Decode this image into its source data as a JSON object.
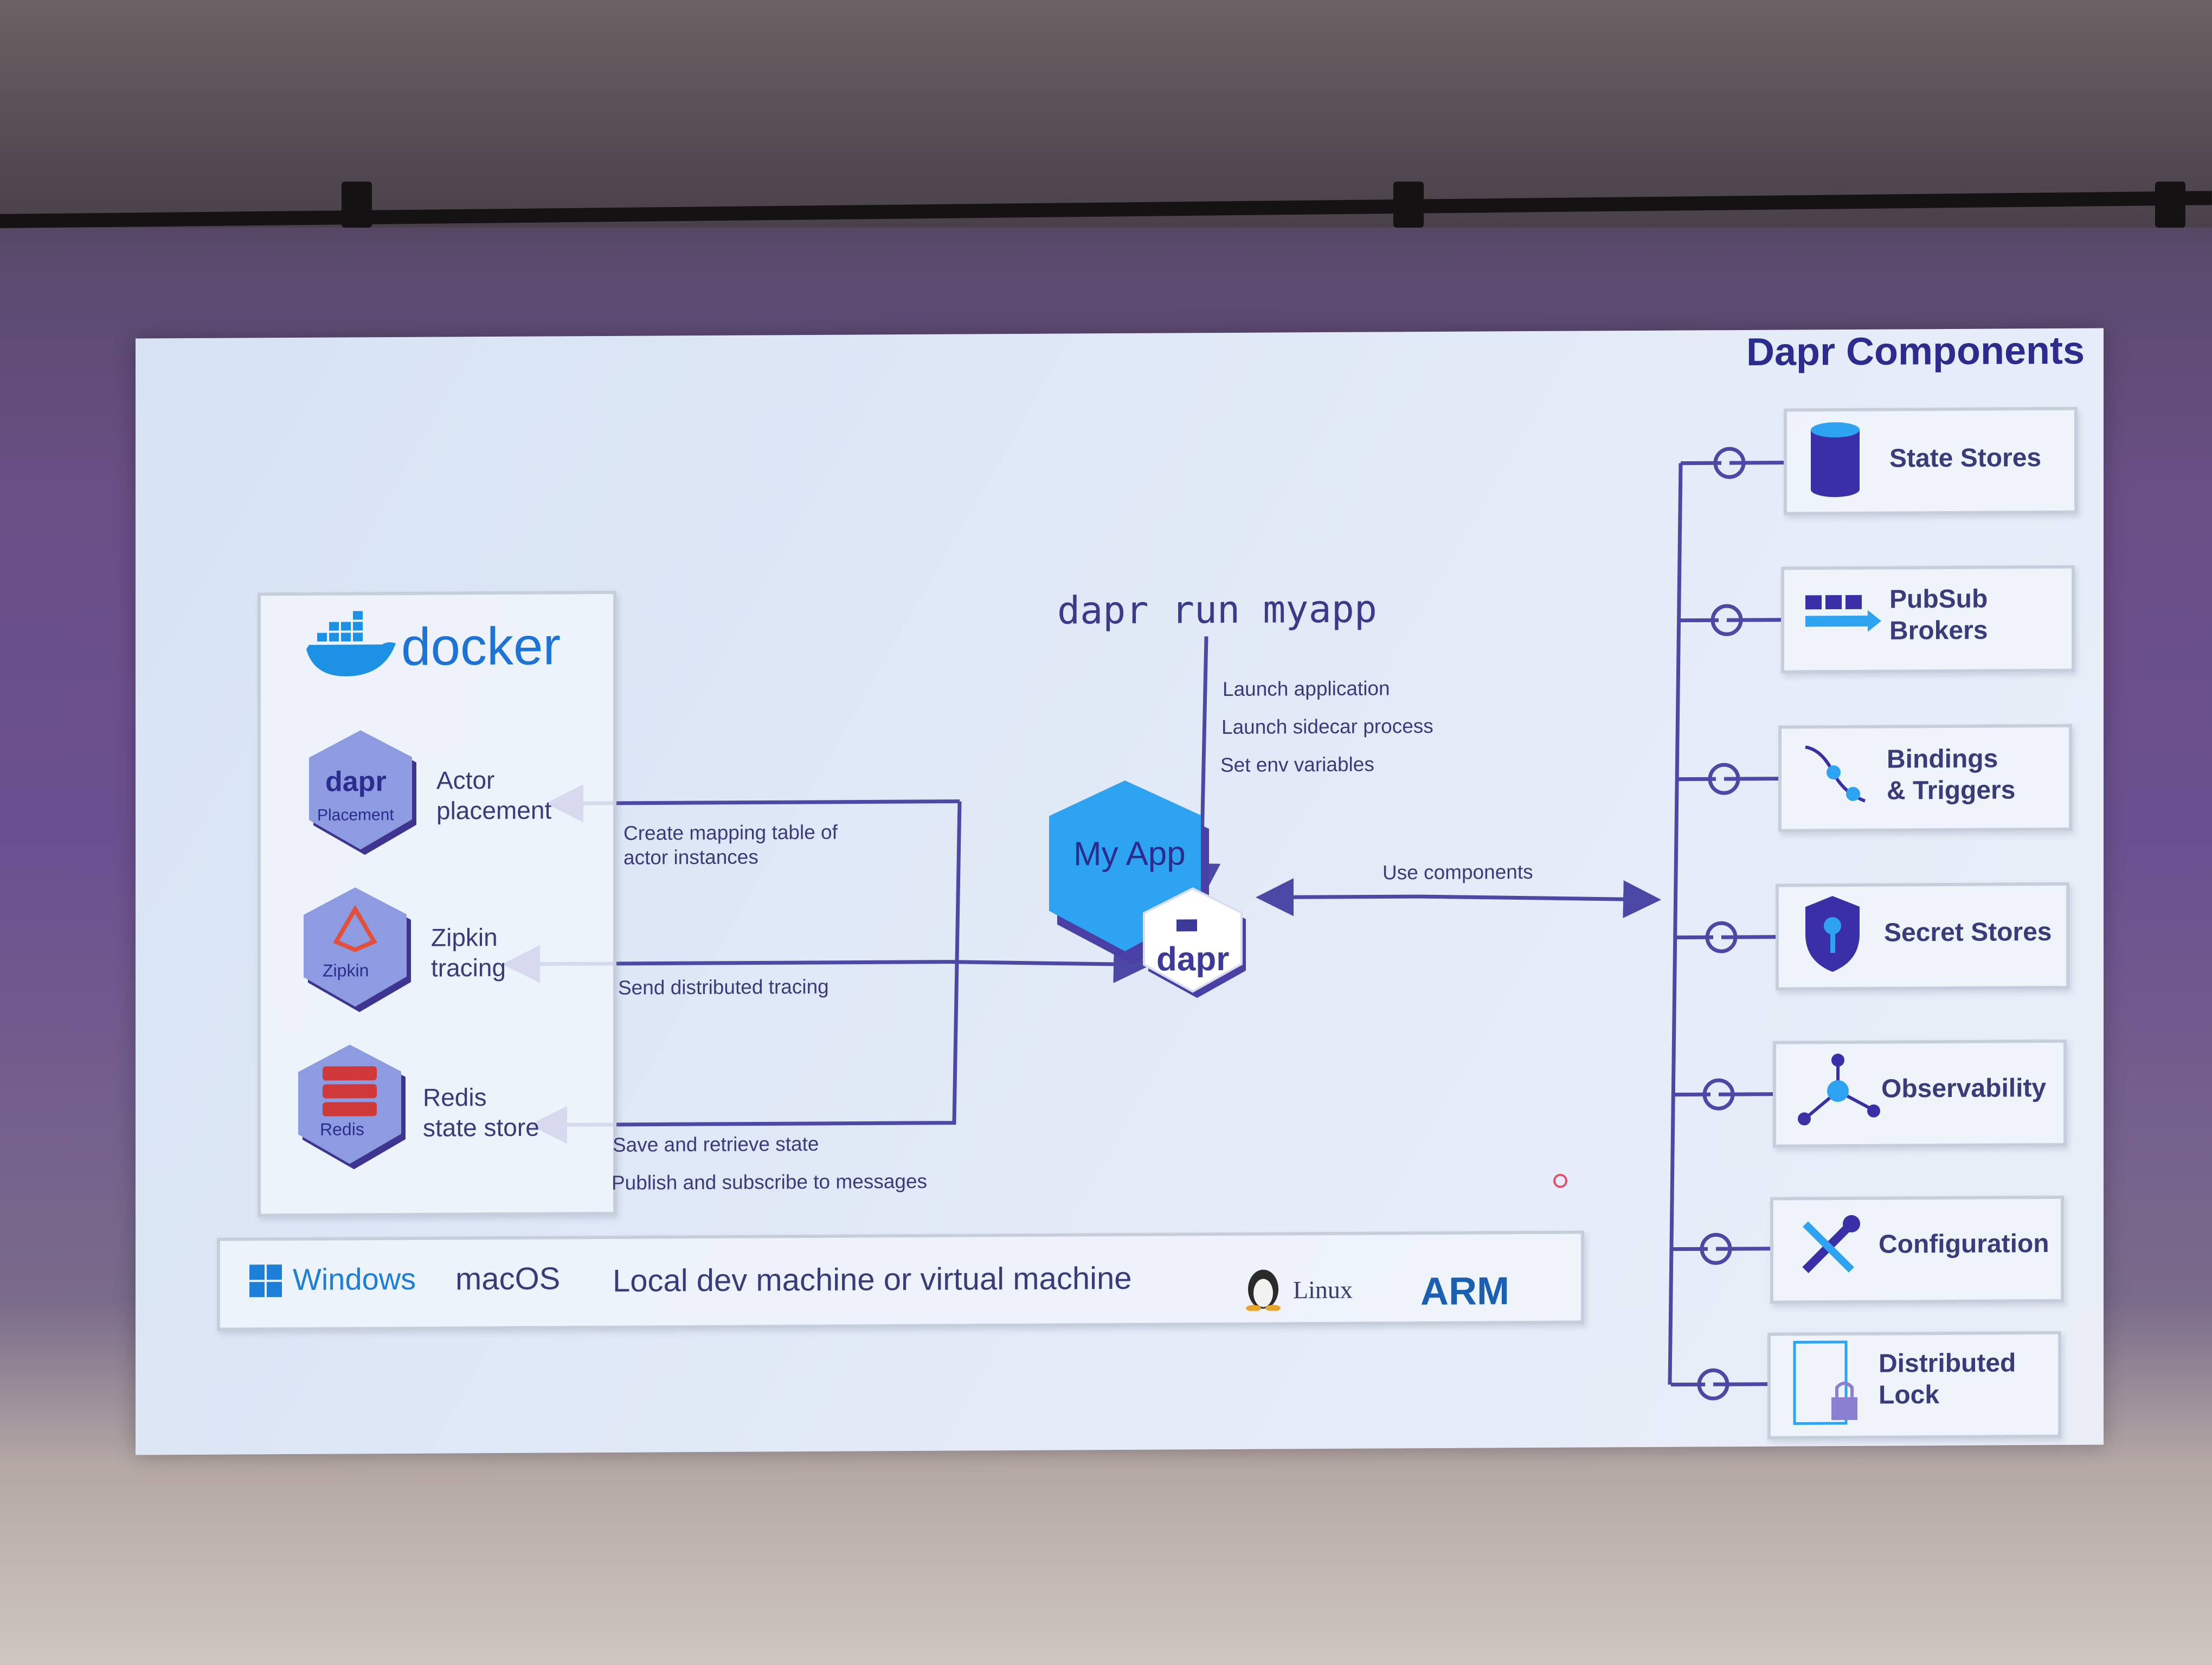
{
  "diagram": {
    "title": "Dapr Components",
    "command": "dapr run myapp",
    "launch_notes": [
      "Launch application",
      "Launch sidecar process",
      "Set env variables"
    ],
    "my_app_label": "My App",
    "sidecar_label": "dapr",
    "use_components_label": "Use components",
    "docker": {
      "logo_text": "docker",
      "services": [
        {
          "badge": "Placement",
          "badge_brand": "dapr",
          "label_line1": "Actor",
          "label_line2": "placement"
        },
        {
          "badge": "Zipkin",
          "label_line1": "Zipkin",
          "label_line2": "tracing"
        },
        {
          "badge": "Redis",
          "label_line1": "Redis",
          "label_line2": "state store"
        }
      ]
    },
    "arrow_notes": {
      "placement": [
        "Create mapping table of",
        "actor instances"
      ],
      "tracing": "Send distributed tracing",
      "state": [
        "Save and retrieve state",
        "Publish and subscribe to messages"
      ]
    },
    "platform_bar": {
      "items": [
        "Windows",
        "macOS",
        "Local dev machine or virtual machine",
        "Linux",
        "ARM"
      ]
    },
    "components": [
      {
        "label": "State Stores",
        "icon": "database-icon"
      },
      {
        "label": [
          "PubSub",
          "Brokers"
        ],
        "icon": "pubsub-icon"
      },
      {
        "label": [
          "Bindings",
          "& Triggers"
        ],
        "icon": "bindings-icon"
      },
      {
        "label": "Secret Stores",
        "icon": "key-shield-icon"
      },
      {
        "label": "Observability",
        "icon": "network-icon"
      },
      {
        "label": "Configuration",
        "icon": "tools-icon"
      },
      {
        "label": [
          "Distributed",
          "Lock"
        ],
        "icon": "lock-icon"
      }
    ],
    "colors": {
      "accent": "#3b3a9a",
      "app_blue": "#2ea3f2",
      "panel_border": "#c6cedc",
      "screen": "#dfe8f6"
    }
  }
}
